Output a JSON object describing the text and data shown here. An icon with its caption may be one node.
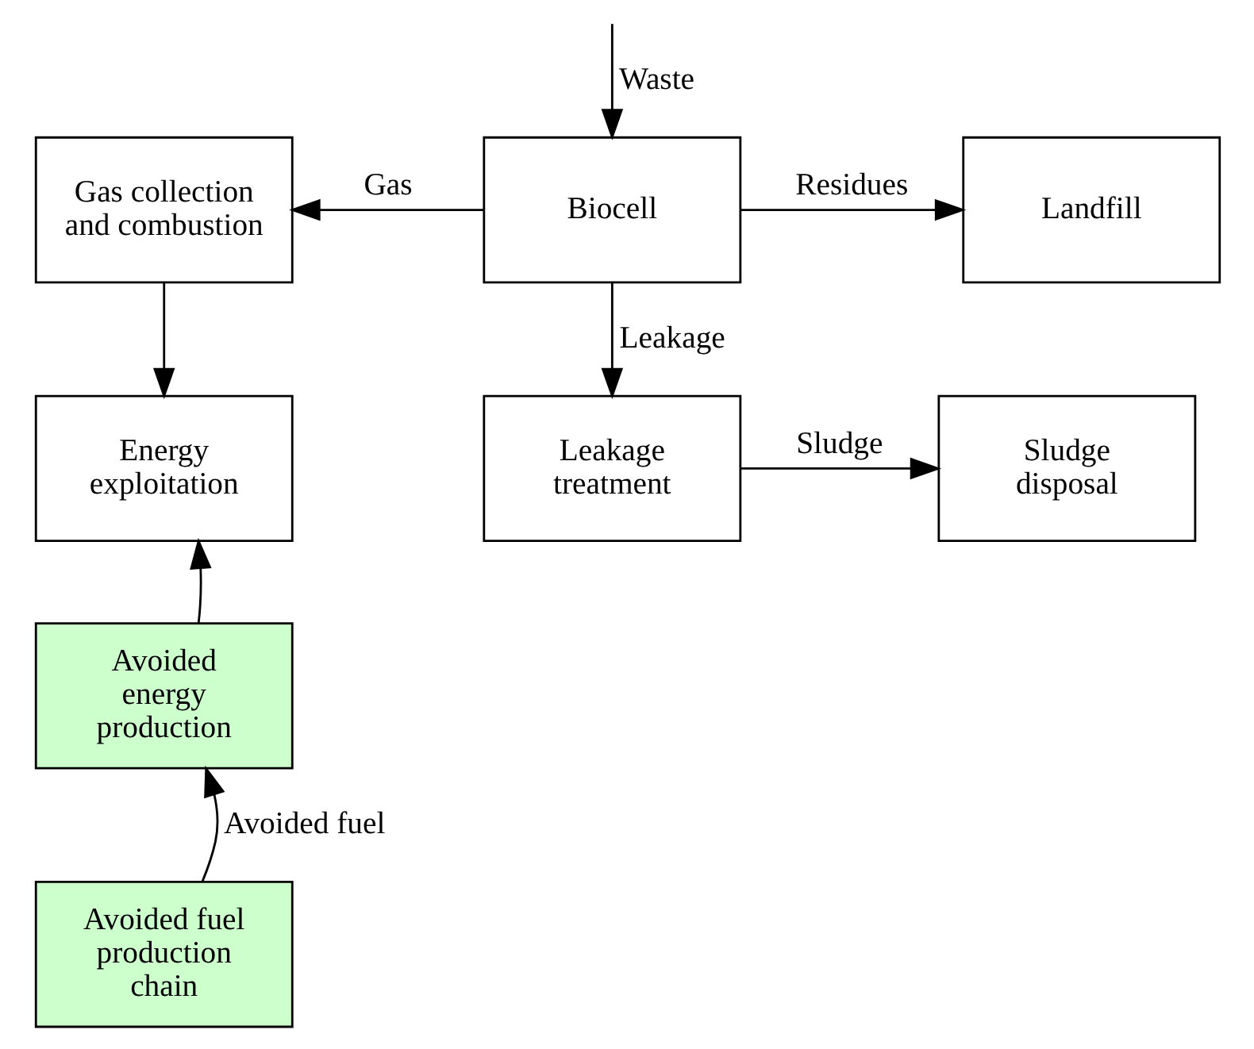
{
  "diagram": {
    "nodes": [
      {
        "text": [
          "Gas collection and combustion"
        ]
      },
      {
        "text": [
          "Biocell"
        ]
      },
      {
        "text": [
          "Landfill"
        ]
      },
      {
        "text": [
          "Energy exploitation"
        ]
      },
      {
        "text": [
          "Leakage treatment"
        ]
      },
      {
        "text": [
          "Sludge disposal"
        ]
      },
      {
        "text": [
          "Avoided energy production"
        ]
      },
      {
        "text": [
          "Avoided fuel production chain"
        ]
      }
    ],
    "edges": [
      {
        "from": null,
        "to": 1,
        "arrow": "to",
        "label": "Waste"
      },
      {
        "from": 1,
        "to": 0,
        "arrow": "to",
        "label": "Gas"
      },
      {
        "from": 1,
        "to": 2,
        "arrow": "to",
        "label": "Residues"
      },
      {
        "from": 1,
        "to": 4,
        "arrow": "to",
        "label": "Leakage"
      },
      {
        "from": 0,
        "to": 3,
        "arrow": "to"
      },
      {
        "from": 4,
        "to": 5,
        "arrow": "to",
        "label": "Sludge"
      },
      {
        "from": 6,
        "to": 3,
        "arrow": "to"
      },
      {
        "from": 7,
        "to": 6,
        "arrow": "to",
        "label": "Avoided fuel"
      }
    ]
  }
}
